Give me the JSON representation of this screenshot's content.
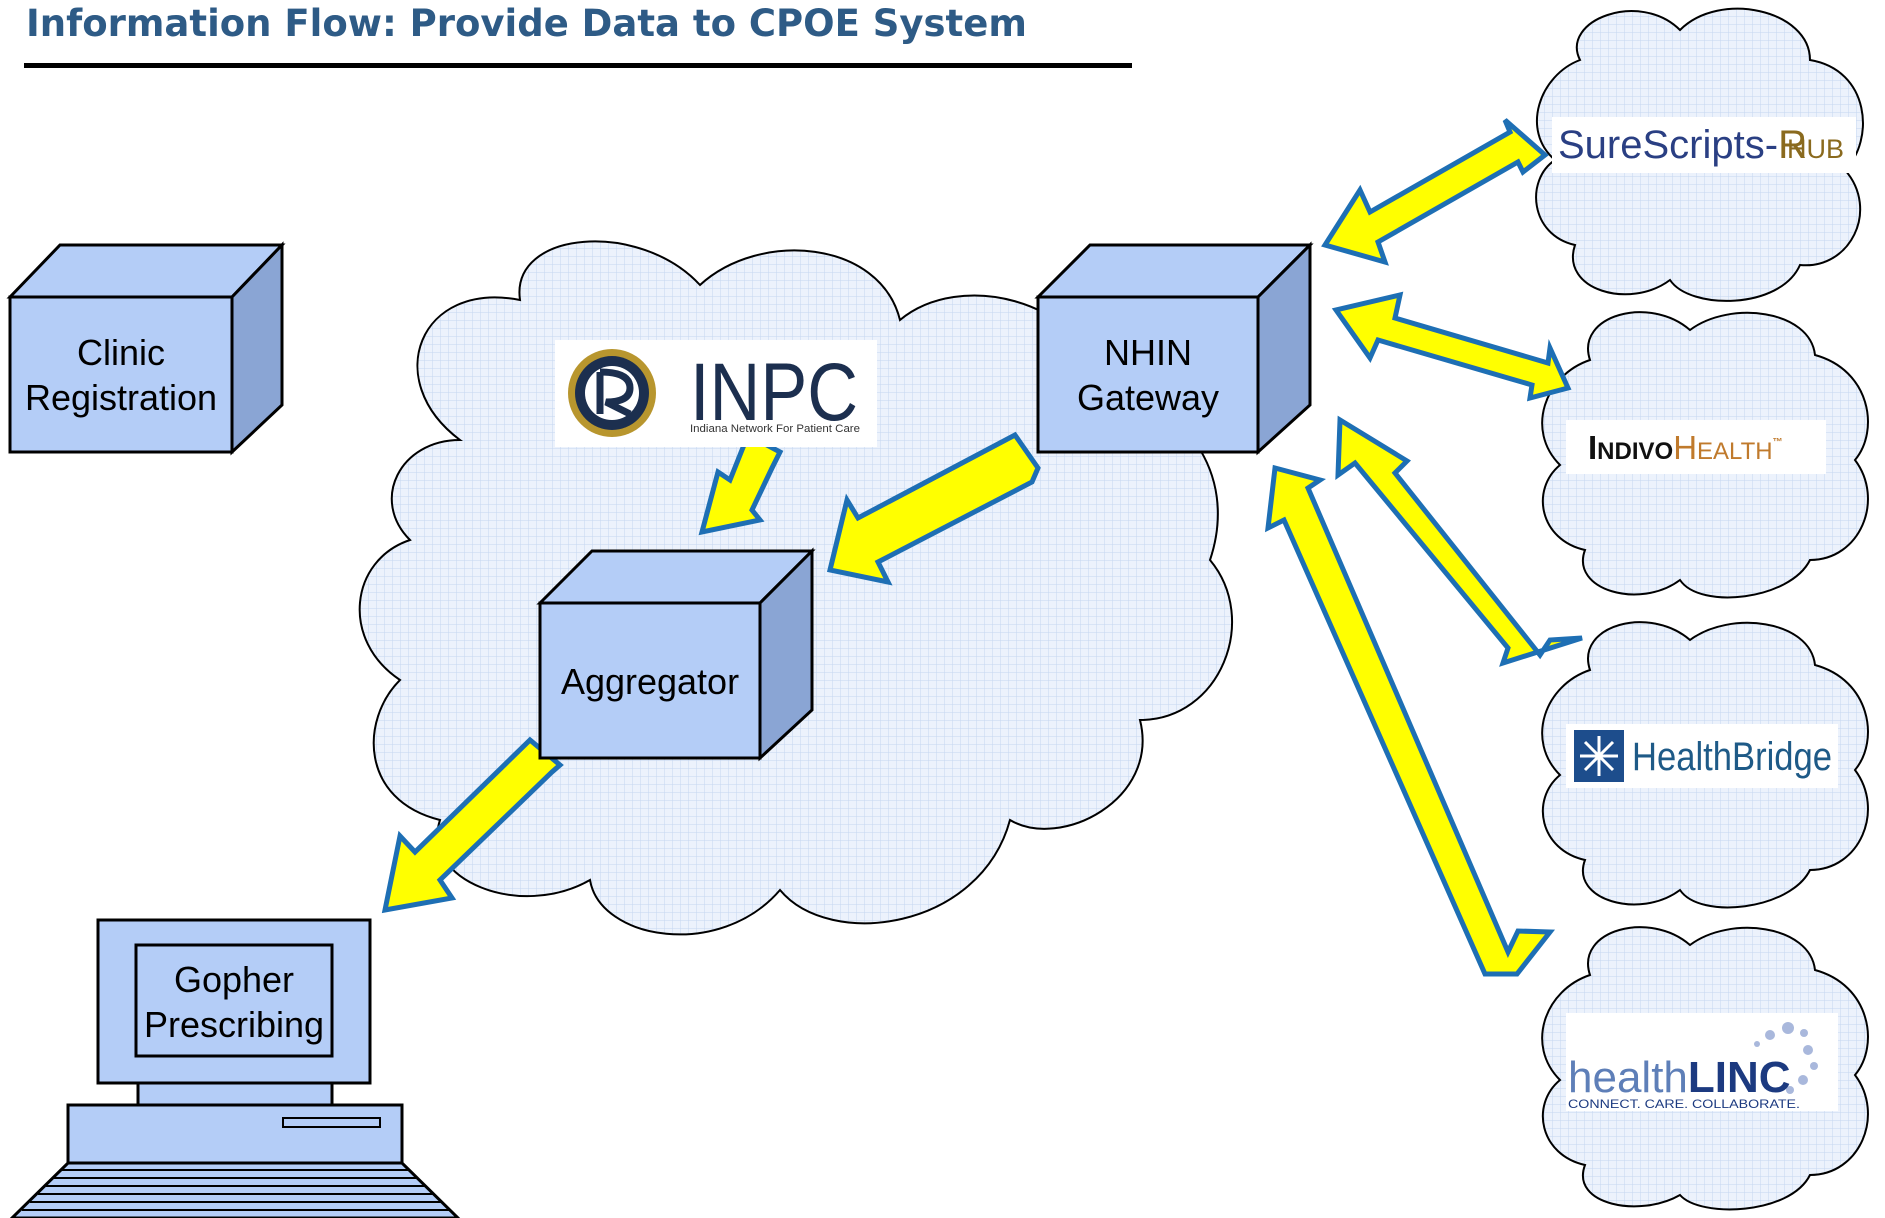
{
  "title": "Information Flow: Provide Data to CPOE System",
  "nodes": {
    "clinic_registration": [
      "Clinic",
      "Registration"
    ],
    "nhin_gateway": [
      "NHIN",
      "Gateway"
    ],
    "aggregator": [
      "Aggregator"
    ],
    "gopher_prescribing": [
      "Gopher",
      "Prescribing"
    ]
  },
  "logos": {
    "inpc": {
      "name": "INPC",
      "tagline": "Indiana Network For Patient Care"
    },
    "surescripts": {
      "part1": "SureScripts-",
      "rx": "R",
      "part2": "HUB"
    },
    "indivo": {
      "i": "I",
      "ndivo": "NDIVO",
      "h": "H",
      "ealth": "EALTH",
      "tm": "™"
    },
    "healthbridge": {
      "name": "HealthBridge"
    },
    "healthlinc": {
      "health": "health",
      "linc": "LINC",
      "tagline": "CONNECT. CARE. COLLABORATE."
    }
  },
  "colors": {
    "box_fill": "#b4cdf7",
    "box_side": "#8aa5d4",
    "arrow_fill": "#ffff00",
    "arrow_stroke": "#1e6fb4",
    "title": "#2e5b86",
    "cloud_fill": "#e6eefa"
  }
}
